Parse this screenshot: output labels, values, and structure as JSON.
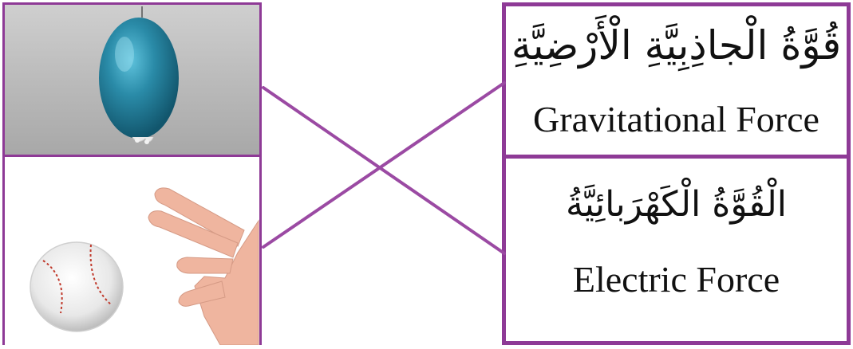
{
  "items_left": [
    {
      "picture": "balloon-picture"
    },
    {
      "picture": "hand-throwing-baseball-picture"
    }
  ],
  "items_right": [
    {
      "arabic": "قُوَّةُ الْجاذِبِيَّةِ الْأَرْضِيَّةِ",
      "english": "Gravitational Force"
    },
    {
      "arabic": "الْقُوَّةُ الْكَهْرَبائِيَّةُ",
      "english": "Electric Force"
    }
  ],
  "colors": {
    "accent": "#8e3a96",
    "balloon": "#2a8ba8",
    "background": "#ffffff"
  },
  "matches": [
    {
      "from": "balloon-picture",
      "to": "Electric Force"
    },
    {
      "from": "hand-throwing-baseball-picture",
      "to": "Gravitational Force"
    }
  ]
}
